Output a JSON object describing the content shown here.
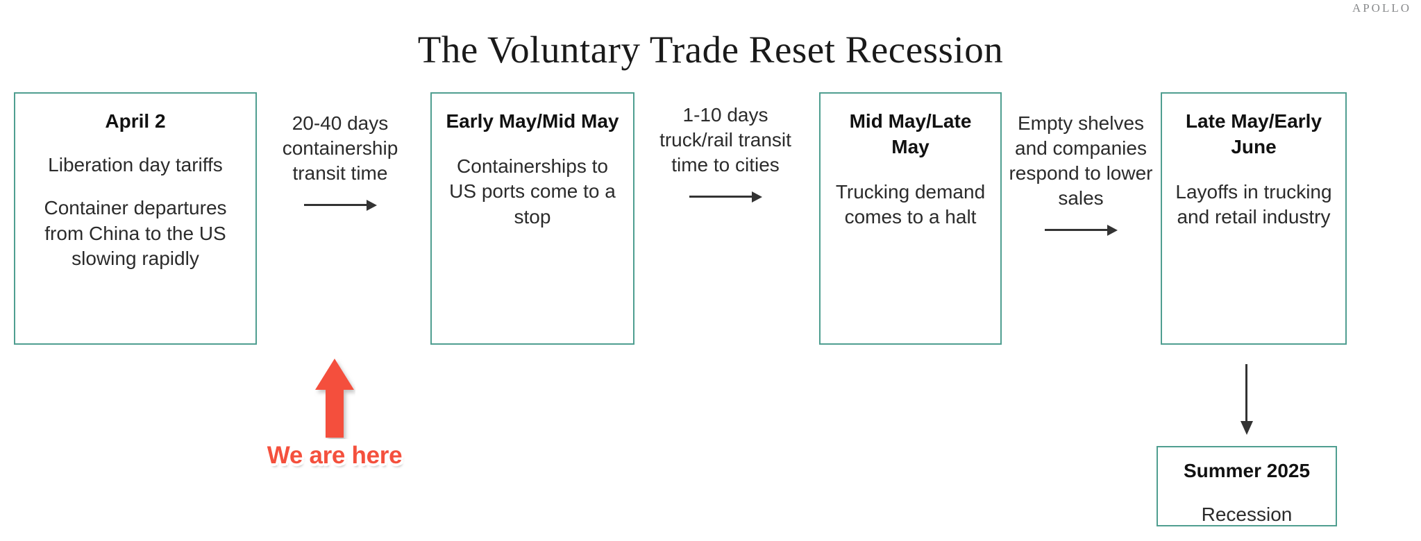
{
  "brand": {
    "name": "APOLLO"
  },
  "title": "The Voluntary Trade Reset Recession",
  "colors": {
    "box_border": "#4f9e90",
    "arrow": "#333333",
    "marker_red": "#f4503d",
    "title_text": "#1a1a1a",
    "body_text": "#2b2b2b"
  },
  "stages": [
    {
      "id": "april-2",
      "title": "April 2",
      "paragraphs": [
        "Liberation day tariffs",
        "Container departures from China to the US slowing rapidly"
      ]
    },
    {
      "id": "early-may-mid-may",
      "title": "Early May/Mid May",
      "paragraphs": [
        "Containerships to US ports come to a stop"
      ]
    },
    {
      "id": "mid-may-late-may",
      "title": "Mid May/Late May",
      "paragraphs": [
        "Trucking demand comes to a halt"
      ]
    },
    {
      "id": "late-may-early-june",
      "title": "Late May/Early June",
      "paragraphs": [
        "Layoffs in trucking and retail industry"
      ]
    }
  ],
  "connectors": [
    {
      "id": "containership-transit",
      "label": "20-40 days containership transit time",
      "icon": "arrow-right-icon"
    },
    {
      "id": "truck-rail-transit",
      "label": "1-10 days truck/rail transit time to cities",
      "icon": "arrow-right-icon"
    },
    {
      "id": "empty-shelves",
      "label": "Empty shelves and companies respond to lower sales",
      "icon": "arrow-right-icon"
    }
  ],
  "vertical_connector": {
    "id": "to-recession",
    "icon": "arrow-down-icon"
  },
  "final_stage": {
    "id": "summer-2025",
    "title": "Summer 2025",
    "paragraphs": [
      "Recession"
    ]
  },
  "marker": {
    "label": "We are here",
    "icon": "arrow-up-icon"
  }
}
